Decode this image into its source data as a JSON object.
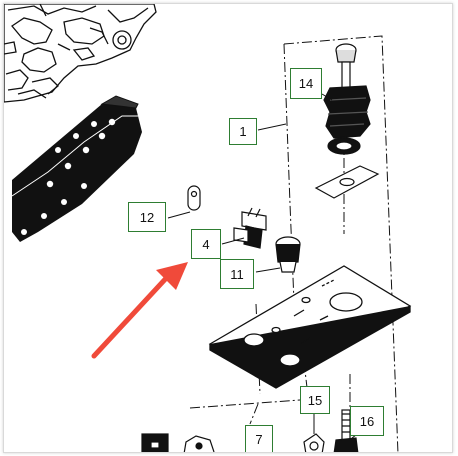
{
  "diagram": {
    "callouts": [
      {
        "id": "c1",
        "label": "1"
      },
      {
        "id": "c4",
        "label": "4"
      },
      {
        "id": "c7",
        "label": "7"
      },
      {
        "id": "c11",
        "label": "11"
      },
      {
        "id": "c12",
        "label": "12"
      },
      {
        "id": "c14",
        "label": "14"
      },
      {
        "id": "c15",
        "label": "15"
      },
      {
        "id": "c16",
        "label": "16"
      }
    ],
    "colors": {
      "callout_border": "#2e7d32",
      "arrow": "#f04a3a",
      "line": "#111111"
    },
    "icons": [
      "arrow-icon"
    ]
  }
}
